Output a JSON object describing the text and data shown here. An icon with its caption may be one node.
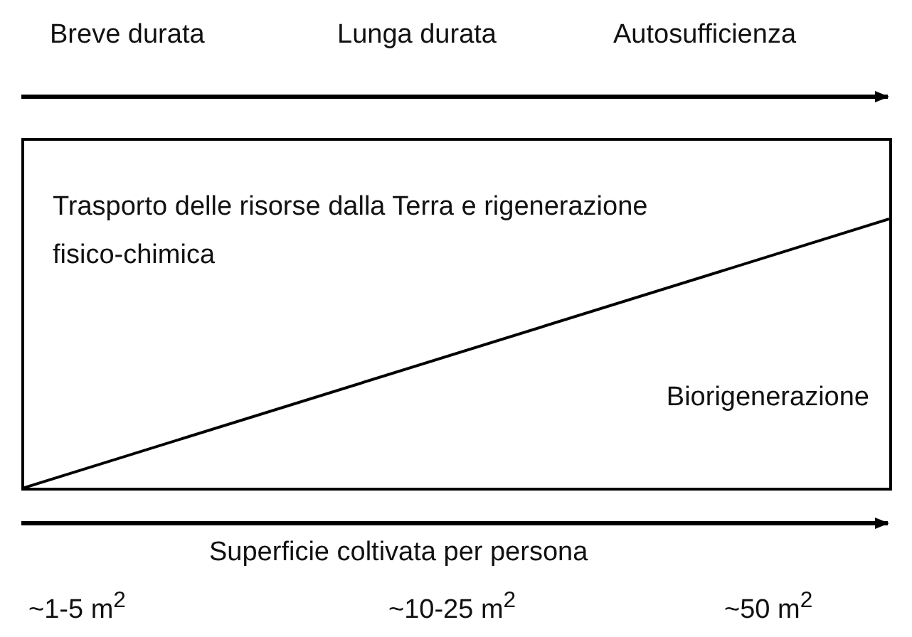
{
  "diagram": {
    "nodes": [
      {
        "text": [
          "Trasporto  delle risorse dalla Terra  e rigenerazione fisico-chimica",
          "Biorigenerazione"
        ]
      }
    ],
    "labels": [
      "Breve durata",
      "Lunga durata",
      "Autosufficienza",
      "Superficie coltivata per persona",
      "~1-5 m$^{2}$",
      "~10-25 m$^{2}$",
      "~50 m$^{2}$"
    ]
  }
}
